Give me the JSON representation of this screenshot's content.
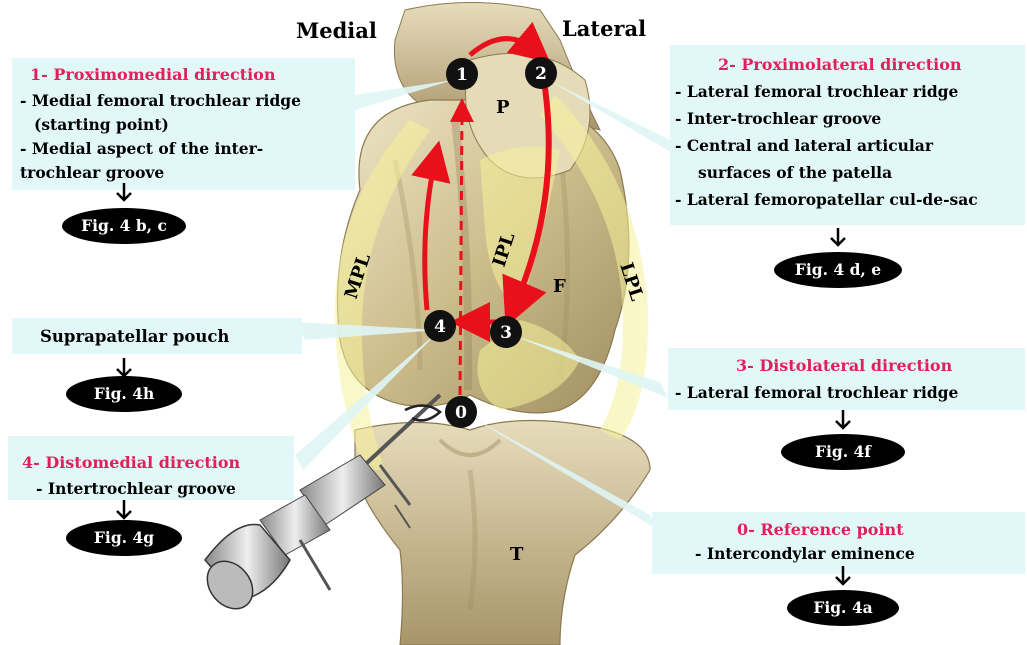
{
  "headers": {
    "medial": "Medial",
    "lateral": "Lateral"
  },
  "callouts": {
    "c1": {
      "title": "1- Proximomedial direction",
      "lines": [
        "- Medial femoral trochlear ridge",
        "(starting point)",
        "- Medial aspect of the inter-",
        "trochlear groove"
      ],
      "fig": "Fig. 4 b, c"
    },
    "c2": {
      "title": "2- Proximolateral direction",
      "lines": [
        "- Lateral femoral trochlear ridge",
        "- Inter-trochlear groove",
        "- Central and lateral articular",
        "surfaces of the patella",
        "- Lateral femoropatellar cul-de-sac"
      ],
      "fig": "Fig. 4 d, e"
    },
    "cs": {
      "title": "Suprapatellar pouch",
      "fig": "Fig. 4h"
    },
    "c3": {
      "title": "3- Distolateral direction",
      "lines": [
        "- Lateral femoral trochlear ridge"
      ],
      "fig": "Fig. 4f"
    },
    "c4": {
      "title": "4- Distomedial direction",
      "lines": [
        "- Intertrochlear groove"
      ],
      "fig": "Fig. 4g"
    },
    "c0": {
      "title": "0- Reference point",
      "lines": [
        "- Intercondylar eminence"
      ],
      "fig": "Fig. 4a"
    }
  },
  "points": {
    "p0": "0",
    "p1": "1",
    "p2": "2",
    "p3": "3",
    "p4": "4"
  },
  "anatomy": {
    "P": "P",
    "F": "F",
    "T": "T",
    "MPL": "MPL",
    "IPL": "IPL",
    "LPL": "LPL"
  },
  "colors": {
    "title_red": "#e0205a",
    "arrow_red": "#e8101a",
    "callout_bg": "#e2f7f7",
    "plica_yellow": "#f6f29a",
    "bone": "#d6c79a"
  }
}
